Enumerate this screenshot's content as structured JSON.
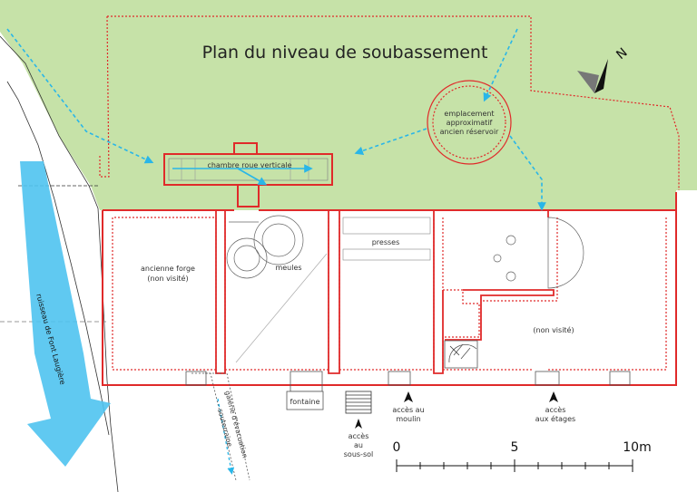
{
  "title": "Plan du niveau de soubassement",
  "north_label": "N",
  "labels": {
    "reservoir_1": "emplacement",
    "reservoir_2": "approximatif",
    "reservoir_3": "ancien réservoir",
    "chambre": "chambre roue verticale",
    "presses": "presses",
    "meules": "meules",
    "forge_1": "ancienne forge",
    "forge_2": "(non visité)",
    "non_visite": "(non visité)",
    "fontaine": "fontaine",
    "galerie_1": "galerie d'évacuation",
    "galerie_2": "souterraine",
    "ruisseau": "ruisseau de Font Laugière",
    "sous_sol_1": "accès",
    "sous_sol_2": "au",
    "sous_sol_3": "sous-sol",
    "moulin_1": "accès au",
    "moulin_2": "moulin",
    "etages_1": "accès",
    "etages_2": "aux étages"
  },
  "scale": {
    "zero": "0",
    "mid": "5",
    "end": "10m"
  },
  "colors": {
    "vegetation": "#c6e2a8",
    "walls": "#e02a2a",
    "water": "#29b6e8",
    "stream": "#4fc3ef",
    "text": "#333333"
  }
}
